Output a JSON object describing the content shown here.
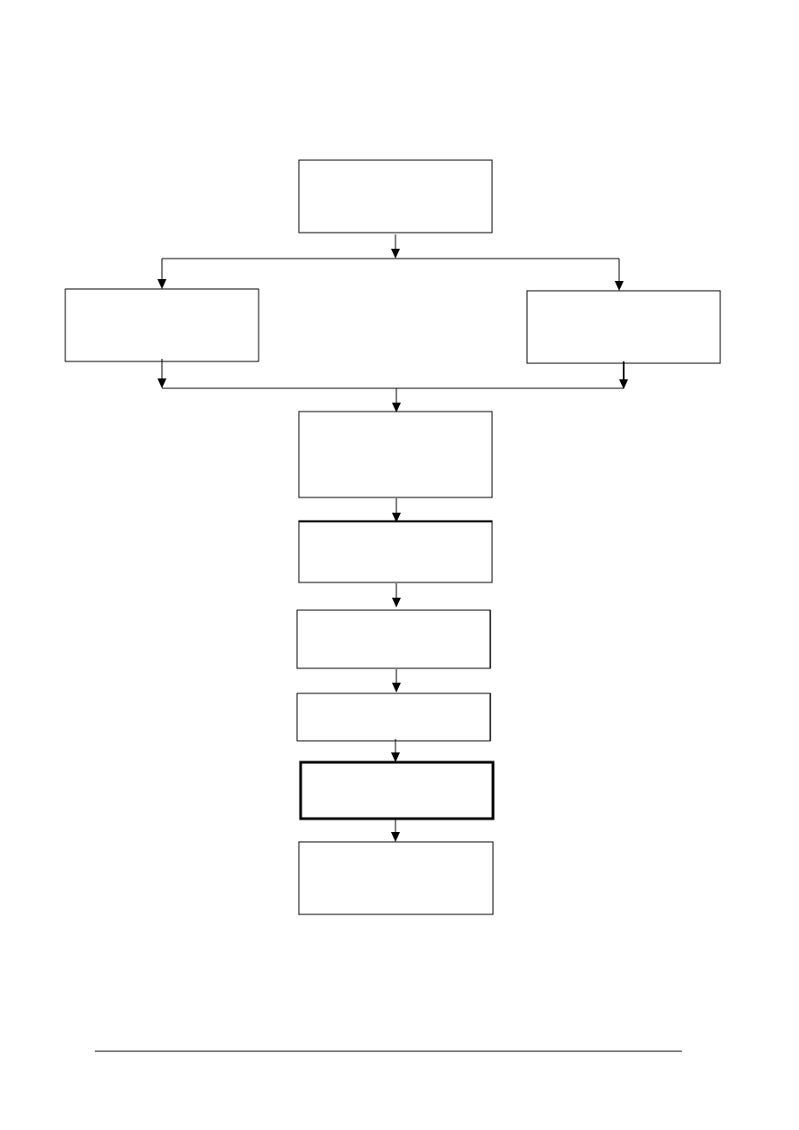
{
  "diagram": {
    "type": "flowchart",
    "direction": "top-down",
    "nodes": [
      {
        "id": "start",
        "label": ""
      },
      {
        "id": "branch-left",
        "label": ""
      },
      {
        "id": "branch-right",
        "label": ""
      },
      {
        "id": "merge",
        "label": ""
      },
      {
        "id": "step-1",
        "label": ""
      },
      {
        "id": "step-2",
        "label": ""
      },
      {
        "id": "step-3",
        "label": ""
      },
      {
        "id": "step-4-highlighted",
        "label": ""
      },
      {
        "id": "end",
        "label": ""
      }
    ],
    "edges": [
      {
        "from": "start",
        "to": "branch-left"
      },
      {
        "from": "start",
        "to": "branch-right"
      },
      {
        "from": "branch-left",
        "to": "merge"
      },
      {
        "from": "branch-right",
        "to": "merge"
      },
      {
        "from": "merge",
        "to": "step-1"
      },
      {
        "from": "step-1",
        "to": "step-2"
      },
      {
        "from": "step-2",
        "to": "step-3"
      },
      {
        "from": "step-3",
        "to": "step-4-highlighted"
      },
      {
        "from": "step-4-highlighted",
        "to": "end"
      }
    ],
    "colors": {
      "stroke": "#000000",
      "fill": "#ffffff"
    }
  }
}
